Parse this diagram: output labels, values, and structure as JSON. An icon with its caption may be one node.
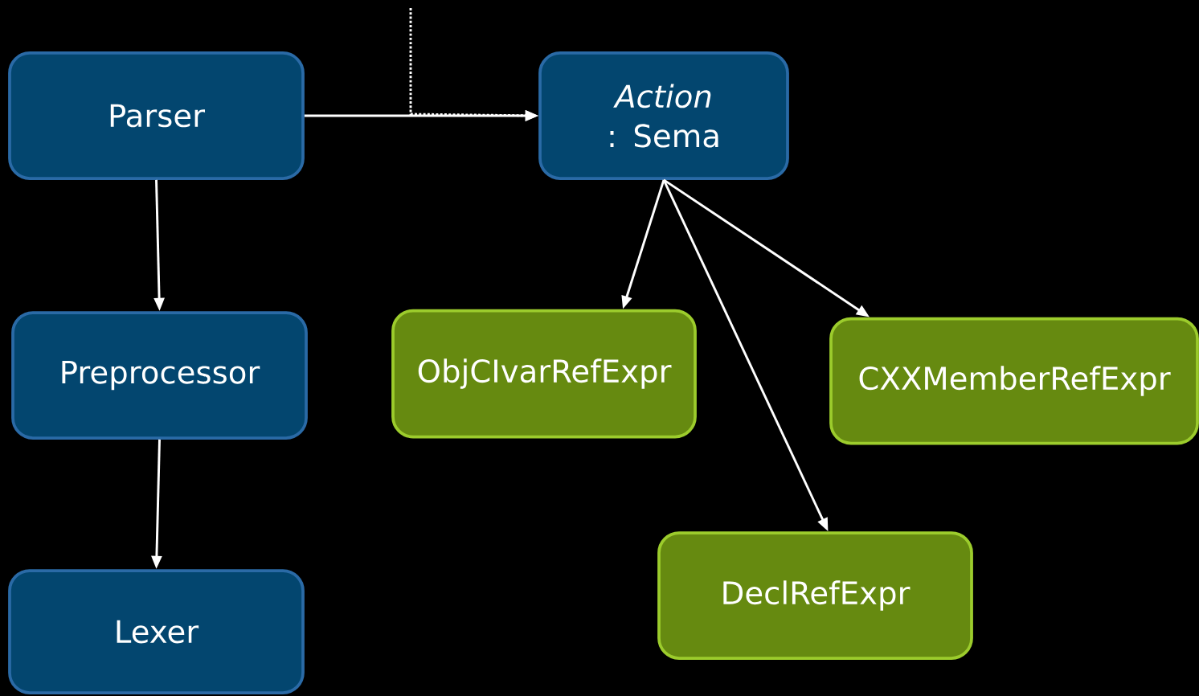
{
  "diagram": {
    "nodes": [
      {
        "text": [
          "Parser"
        ]
      },
      {
        "text": [
          "*Action* : Sema"
        ]
      },
      {
        "text": [
          "Preprocessor"
        ]
      },
      {
        "text": [
          "ObjCIvarRefExpr"
        ]
      },
      {
        "text": [
          "CXXMemberRefExpr"
        ]
      },
      {
        "text": [
          "Lexer"
        ]
      },
      {
        "text": [
          "DeclRefExpr"
        ]
      }
    ],
    "edges": [
      {
        "from": 0,
        "to": 1,
        "arrow": "to"
      },
      {
        "from": null,
        "to": 1,
        "arrow": "to",
        "style": "dashed"
      },
      {
        "from": 0,
        "to": 2,
        "arrow": "to"
      },
      {
        "from": 2,
        "to": 5,
        "arrow": "to"
      },
      {
        "from": 1,
        "to": 3,
        "arrow": "to"
      },
      {
        "from": 1,
        "to": 6,
        "arrow": "to"
      },
      {
        "from": 1,
        "to": 4,
        "arrow": "to"
      }
    ]
  }
}
